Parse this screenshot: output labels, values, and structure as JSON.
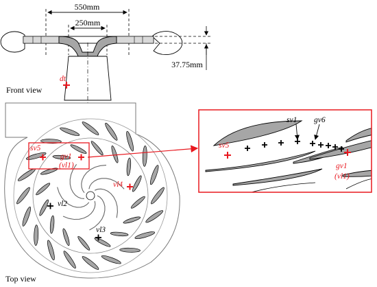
{
  "front_view": {
    "label": "Front view",
    "dim_outer": "550mm",
    "dim_inner": "250mm",
    "dim_height": "37.75mm",
    "point_dt": "dt"
  },
  "top_view": {
    "label": "Top view",
    "points": {
      "sv5": "sv5",
      "gv1": "gv1",
      "vl1": "(vl1)",
      "vl2": "vl2",
      "vl3": "vl3",
      "vl4": "vl4"
    }
  },
  "detail": {
    "sv5": "sv5",
    "sv1": "sv1",
    "gv6": "gv6",
    "gv1": "gv1",
    "vl1": "(vl1)"
  },
  "colors": {
    "accent": "#e8181f",
    "vane_fill": "#a6a6a6",
    "casing_fill": "#d9d9d9",
    "line": "#000000"
  }
}
